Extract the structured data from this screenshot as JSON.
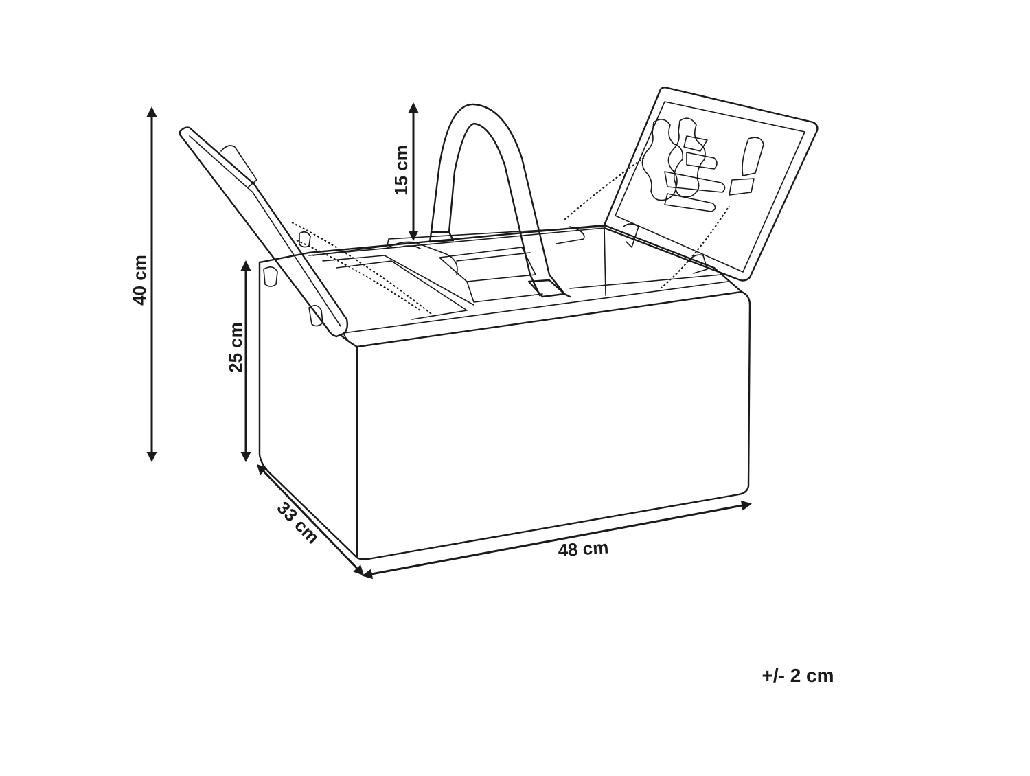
{
  "diagram": {
    "dimensions": {
      "total_height": "40 cm",
      "body_height": "25 cm",
      "handle_height": "15 cm",
      "depth": "33 cm",
      "width": "48 cm"
    },
    "tolerance": "+/- 2 cm"
  },
  "colors": {
    "line": "#1a1a1a",
    "background": "#ffffff"
  }
}
